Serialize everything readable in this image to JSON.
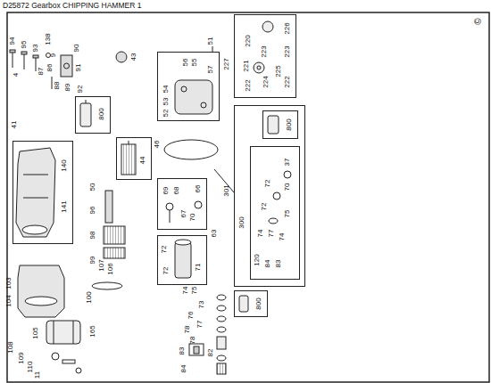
{
  "diagram": {
    "title": "D25872  Gearbox  CHIPPING HAMMER 1",
    "nodes": [
      {
        "text": [
          "140",
          "141"
        ]
      },
      {
        "text": [
          "800"
        ]
      },
      {
        "text": [
          "44"
        ]
      },
      {
        "text": [
          "56",
          "55",
          "57",
          "54",
          "53",
          "52"
        ]
      },
      {
        "text": [
          "227",
          "226",
          "220",
          "223",
          "223",
          "221",
          "222",
          "224",
          "225",
          "222"
        ]
      },
      {
        "text": [
          "301"
        ]
      },
      {
        "text": [
          "800"
        ],
        "in": 5
      },
      {
        "text": [
          "300",
          "37",
          "72",
          "70",
          "72",
          "75",
          "74",
          "77",
          "74",
          "120",
          "84",
          "83"
        ],
        "in": 5
      },
      {
        "text": [
          "66",
          "68",
          "69",
          "67",
          "70"
        ]
      },
      {
        "text": [
          "72",
          "72",
          "71"
        ]
      },
      {
        "text": [
          "800"
        ]
      }
    ],
    "labels": [
      "94",
      "95",
      "93",
      "138",
      "9",
      "90",
      "86",
      "87",
      "91",
      "4",
      "88",
      "89",
      "92",
      "41",
      "43",
      "51",
      "46",
      "50",
      "96",
      "98",
      "99",
      "107",
      "106",
      "100",
      "103",
      "104",
      "105",
      "165",
      "108",
      "109",
      "110",
      "11",
      "63",
      "74",
      "75",
      "73",
      "76",
      "77",
      "78",
      "78",
      "83",
      "82",
      "84",
      "©"
    ]
  }
}
